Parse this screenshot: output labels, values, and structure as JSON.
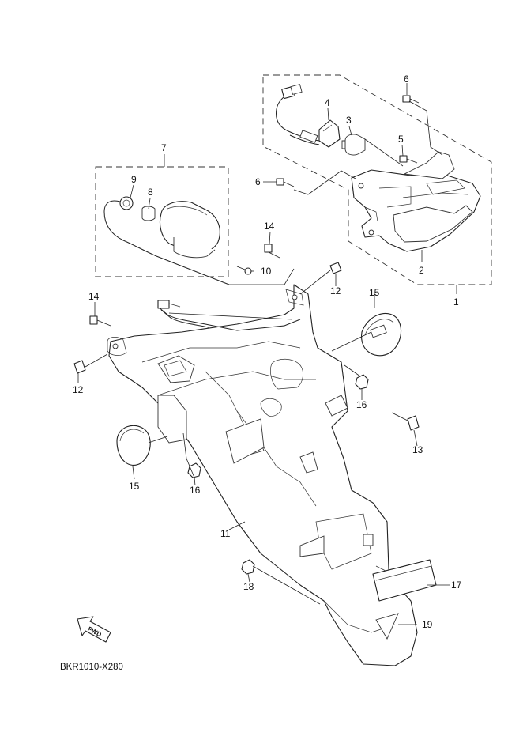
{
  "diagram": {
    "drawing_code": "BKR1010-X280",
    "direction_marker": "FWD",
    "callouts": {
      "c1": "1",
      "c2": "2",
      "c3": "3",
      "c4": "4",
      "c5": "5",
      "c6a": "6",
      "c6b": "6",
      "c7": "7",
      "c8": "8",
      "c9": "9",
      "c10": "10",
      "c11": "11",
      "c12a": "12",
      "c12b": "12",
      "c13": "13",
      "c14a": "14",
      "c14b": "14",
      "c15a": "15",
      "c15b": "15",
      "c16a": "16",
      "c16b": "16",
      "c17": "17",
      "c18": "18",
      "c19": "19"
    }
  }
}
